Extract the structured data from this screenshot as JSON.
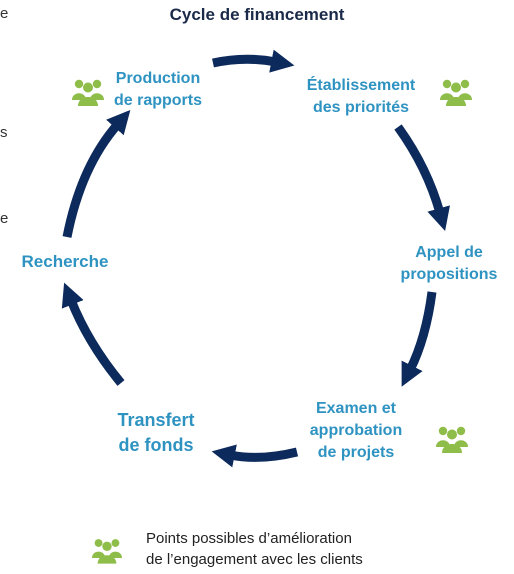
{
  "title": "Cycle de financement",
  "colors": {
    "arrow": "#0d2a5c",
    "label": "#2f93c2",
    "people": "#8fbd4a"
  },
  "left_edge_fragments": [
    "e",
    "s",
    "e"
  ],
  "nodes": [
    {
      "id": "production",
      "lines": [
        "Production",
        "de rapports"
      ],
      "engagement": true
    },
    {
      "id": "priorites",
      "lines": [
        "Établissement",
        "des priorités"
      ],
      "engagement": true
    },
    {
      "id": "appel",
      "lines": [
        "Appel de",
        "propositions"
      ],
      "engagement": false
    },
    {
      "id": "examen",
      "lines": [
        "Examen et",
        "approbation",
        "de projets"
      ],
      "engagement": true
    },
    {
      "id": "transfert",
      "lines": [
        "Transfert",
        "de fonds"
      ],
      "engagement": false
    },
    {
      "id": "recherche",
      "lines": [
        "Recherche"
      ],
      "engagement": false
    }
  ],
  "legend": {
    "icon": "people-group-icon",
    "lines": [
      "Points possibles d’amélioration",
      "de l’engagement avec les clients"
    ]
  }
}
